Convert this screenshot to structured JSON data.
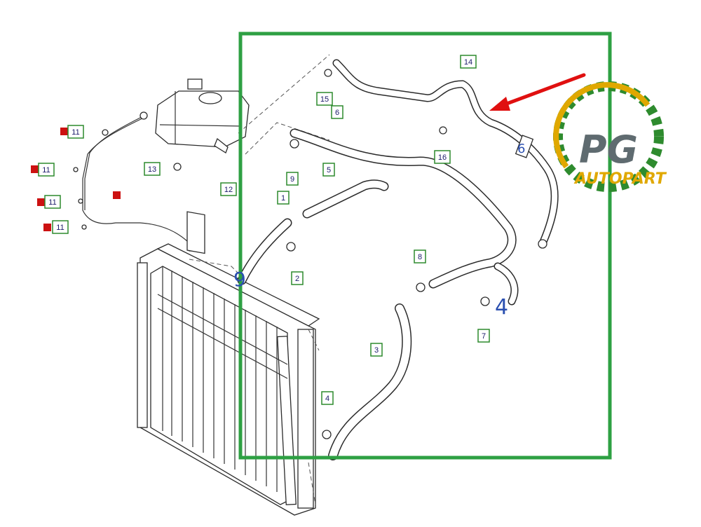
{
  "callouts": [
    {
      "label": "1"
    },
    {
      "label": "2"
    },
    {
      "label": "3"
    },
    {
      "label": "4"
    },
    {
      "label": "5"
    },
    {
      "label": "6"
    },
    {
      "label": "7"
    },
    {
      "label": "8"
    },
    {
      "label": "9"
    },
    {
      "label": "11"
    },
    {
      "label": "11"
    },
    {
      "label": "11"
    },
    {
      "label": "11"
    },
    {
      "label": "12"
    },
    {
      "label": "13"
    },
    {
      "label": "14"
    },
    {
      "label": "15"
    },
    {
      "label": "16"
    }
  ],
  "annotations": {
    "hand_9": "9",
    "hand_4": "4",
    "hand_6": "6"
  },
  "logo": {
    "initials": "PG",
    "name": "AUTOPART",
    "gear_color": "#2e8b2e",
    "arc_color": "#e0a800",
    "text_color": "#5f6b70"
  },
  "colors": {
    "highlight_box": "#2ea043",
    "arrow": "#e01010",
    "callout_border": "#2d8a2d",
    "marker_red": "#cc1111"
  }
}
